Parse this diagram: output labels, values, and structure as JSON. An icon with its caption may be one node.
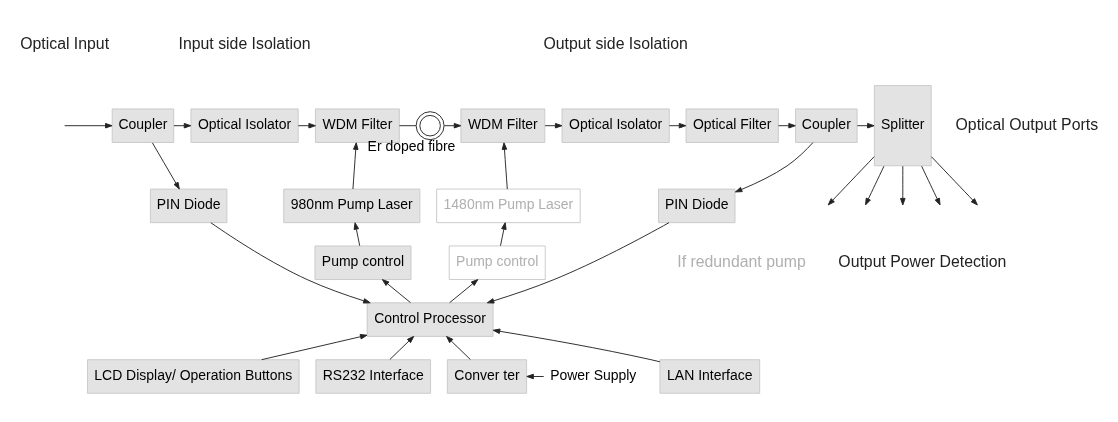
{
  "diagram": {
    "nodes": [
      {
        "text": [
          "Coupler"
        ]
      },
      {
        "text": [
          "Optical Isolator"
        ]
      },
      {
        "text": [
          "WDM Filter"
        ]
      },
      {
        "text": [],
        "shape": "circle",
        "beside": [
          "Er doped fibre"
        ]
      },
      {
        "text": [
          "WDM Filter"
        ]
      },
      {
        "text": [
          "Optical Isolator"
        ]
      },
      {
        "text": [
          "Optical Filter"
        ]
      },
      {
        "text": [
          "Coupler"
        ]
      },
      {
        "text": [
          "Splitter"
        ]
      },
      {
        "text": [
          "PIN Diode"
        ]
      },
      {
        "text": [
          "980nm Pump Laser"
        ]
      },
      {
        "text": [
          "Pump control"
        ]
      },
      {
        "text": [
          "1480nm Pump Laser"
        ]
      },
      {
        "text": [
          "Pump control"
        ]
      },
      {
        "text": [
          "PIN Diode"
        ]
      },
      {
        "text": [
          "Control Processor"
        ]
      },
      {
        "text": [
          "LAN Interface"
        ]
      },
      {
        "text": [
          "LCD Display/ Operation Buttons"
        ]
      },
      {
        "text": [
          "RS232 Interface"
        ]
      },
      {
        "text": [
          "Conver ter"
        ]
      },
      {
        "text": [
          "Power Supply"
        ]
      }
    ],
    "edges": [
      {
        "from": null,
        "to": 0,
        "arrow": "to"
      },
      {
        "from": 0,
        "to": 1,
        "arrow": "to"
      },
      {
        "from": 1,
        "to": 2,
        "arrow": "to"
      },
      {
        "from": 2,
        "to": 3,
        "arrow": "none"
      },
      {
        "from": 3,
        "to": 4,
        "arrow": "to"
      },
      {
        "from": 4,
        "to": 5,
        "arrow": "to"
      },
      {
        "from": 5,
        "to": 6,
        "arrow": "to"
      },
      {
        "from": 6,
        "to": 7,
        "arrow": "to"
      },
      {
        "from": 7,
        "to": 8,
        "arrow": "to"
      },
      {
        "from": 8,
        "to": null,
        "arrow": "to"
      },
      {
        "from": 8,
        "to": null,
        "arrow": "to"
      },
      {
        "from": 8,
        "to": null,
        "arrow": "to"
      },
      {
        "from": 8,
        "to": null,
        "arrow": "to"
      },
      {
        "from": 8,
        "to": null,
        "arrow": "to"
      },
      {
        "from": 0,
        "to": 9,
        "arrow": "to"
      },
      {
        "from": 10,
        "to": 2,
        "arrow": "to"
      },
      {
        "from": 12,
        "to": 4,
        "arrow": "to"
      },
      {
        "from": 11,
        "to": 10,
        "arrow": "to"
      },
      {
        "from": 13,
        "to": 12,
        "arrow": "to"
      },
      {
        "from": 7,
        "to": 14,
        "arrow": "to"
      },
      {
        "from": 9,
        "to": 15,
        "arrow": "to"
      },
      {
        "from": 15,
        "to": 11,
        "arrow": "to"
      },
      {
        "from": 15,
        "to": 13,
        "arrow": "to"
      },
      {
        "from": 14,
        "to": 15,
        "arrow": "to"
      },
      {
        "from": 16,
        "to": 15,
        "arrow": "to"
      },
      {
        "from": 17,
        "to": 15,
        "arrow": "to"
      },
      {
        "from": 18,
        "to": 15,
        "arrow": "to"
      },
      {
        "from": 19,
        "to": 15,
        "arrow": "to"
      },
      {
        "from": 20,
        "to": 19,
        "arrow": "to"
      }
    ],
    "labels": [
      "Optical Input",
      "Input side Isolation",
      "Output side Isolation",
      "Optical Output Ports",
      "If redundant pump",
      "Output Power Detection"
    ]
  }
}
